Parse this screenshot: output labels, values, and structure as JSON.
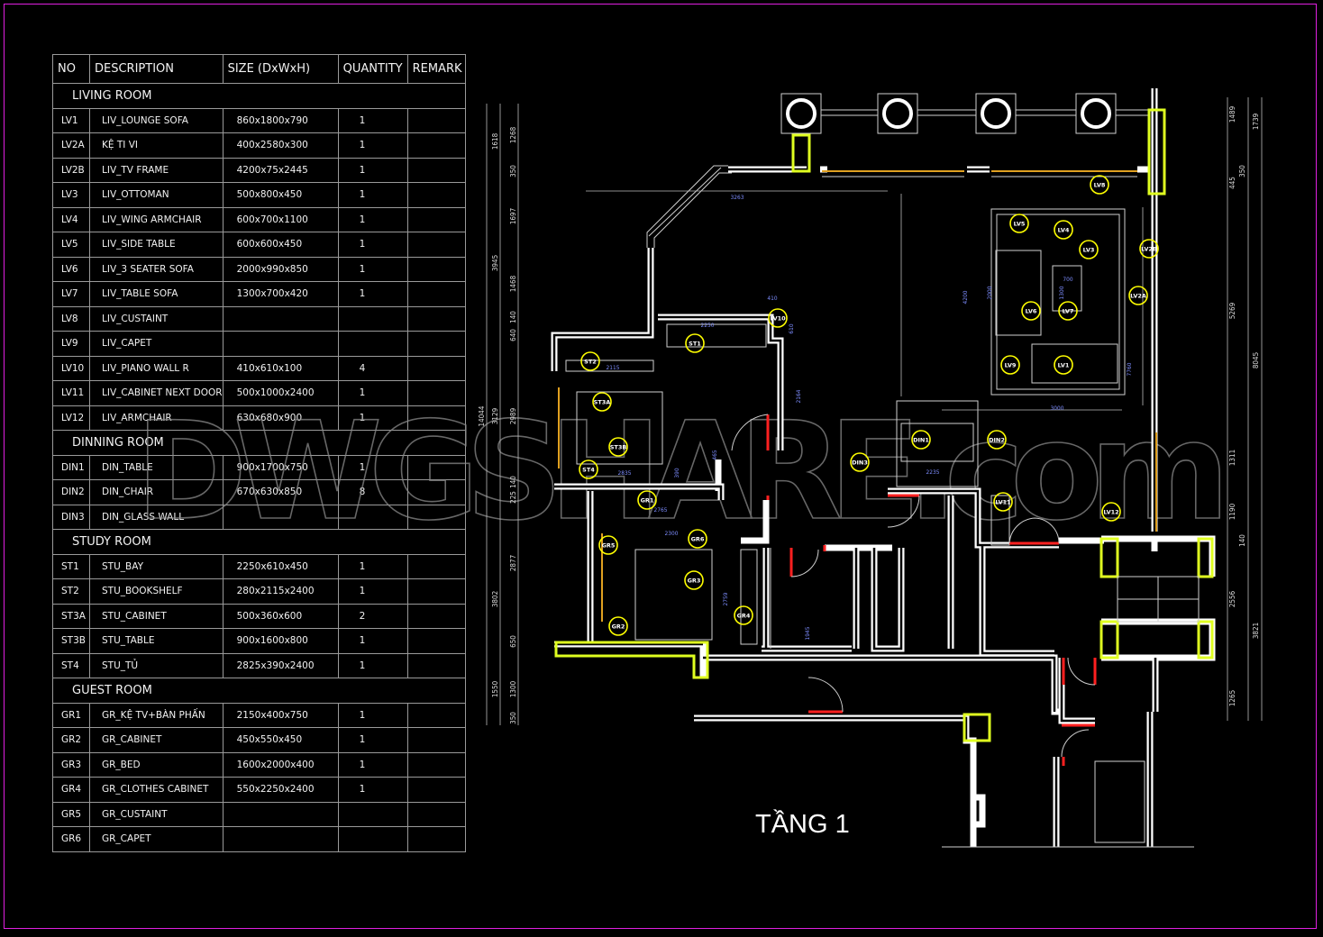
{
  "drawing_title": "TẦNG 1",
  "watermark": "DWGSHARE.com",
  "schedule": {
    "headers": [
      "NO",
      "DESCRIPTION",
      "SIZE (DxWxH)",
      "QUANTITY",
      "REMARK"
    ],
    "sections": [
      {
        "title": "LIVING ROOM",
        "rows": [
          [
            "LV1",
            "LIV_LOUNGE SOFA",
            "860x1800x790",
            "1"
          ],
          [
            "LV2A",
            "KỆ TI VI",
            "400x2580x300",
            "1"
          ],
          [
            "LV2B",
            "LIV_TV FRAME",
            "4200x75x2445",
            "1"
          ],
          [
            "LV3",
            "LIV_OTTOMAN",
            "500x800x450",
            "1"
          ],
          [
            "LV4",
            "LIV_WING ARMCHAIR",
            "600x700x1100",
            "1"
          ],
          [
            "LV5",
            "LIV_SIDE TABLE",
            "600x600x450",
            "1"
          ],
          [
            "LV6",
            "LIV_3 SEATER SOFA",
            "2000x990x850",
            "1"
          ],
          [
            "LV7",
            "LIV_TABLE SOFA",
            "1300x700x420",
            "1"
          ],
          [
            "LV8",
            "LIV_CUSTAINT",
            "",
            ""
          ],
          [
            "LV9",
            "LIV_CAPET",
            "",
            ""
          ],
          [
            "LV10",
            "LIV_PIANO WALL R",
            "410x610x100",
            "4"
          ],
          [
            "LV11",
            "LIV_CABINET NEXT DOOR",
            "500x1000x2400",
            "1"
          ],
          [
            "LV12",
            "LIV_ARMCHAIR",
            "630x680x900",
            "1"
          ]
        ]
      },
      {
        "title": "DINNING ROOM",
        "rows": [
          [
            "DIN1",
            "DIN_TABLE",
            "900x1700x750",
            "1"
          ],
          [
            "DIN2",
            "DIN_CHAIR",
            "670x630x850",
            "8"
          ],
          [
            "DIN3",
            "DIN_GLASS WALL",
            "",
            ""
          ]
        ]
      },
      {
        "title": "STUDY ROOM",
        "rows": [
          [
            "ST1",
            "STU_BAY",
            "2250x610x450",
            "1"
          ],
          [
            "ST2",
            "STU_BOOKSHELF",
            "280x2115x2400",
            "1"
          ],
          [
            "ST3A",
            "STU_CABINET",
            "500x360x600",
            "2"
          ],
          [
            "ST3B",
            "STU_TABLE",
            "900x1600x800",
            "1"
          ],
          [
            "ST4",
            "STU_TỦ",
            "2825x390x2400",
            "1"
          ]
        ]
      },
      {
        "title": "GUEST ROOM",
        "rows": [
          [
            "GR1",
            "GR_KỆ TV+BÀN PHẤN",
            "2150x400x750",
            "1"
          ],
          [
            "GR2",
            "GR_CABINET",
            "450x550x450",
            "1"
          ],
          [
            "GR3",
            "GR_BED",
            "1600x2000x400",
            "1"
          ],
          [
            "GR4",
            "GR_CLOTHES CABINET",
            "550x2250x2400",
            "1"
          ],
          [
            "GR5",
            "GR_CUSTAINT",
            "",
            ""
          ],
          [
            "GR6",
            "GR_CAPET",
            "",
            ""
          ]
        ]
      }
    ]
  },
  "tags": [
    "LV8",
    "LV5",
    "LV4",
    "LV3",
    "LV2B",
    "LV2A",
    "LV6",
    "LV7",
    "LV9",
    "LV1",
    "LV10",
    "ST1",
    "ST2",
    "ST3A",
    "ST3B",
    "ST4",
    "DIN1",
    "DIN2",
    "DIN3",
    "LV11",
    "LV12",
    "GR1",
    "GR5",
    "GR6",
    "GR3",
    "GR4",
    "GR2"
  ],
  "left_dims": [
    "1618",
    "1268",
    "350",
    "1697",
    "3945",
    "1468",
    "140",
    "640",
    "14044",
    "3129",
    "2989",
    "140",
    "225",
    "3802",
    "2877",
    "650",
    "1550",
    "1300",
    "350"
  ],
  "right_dims": [
    "1489",
    "1739",
    "445",
    "350",
    "5269",
    "8045",
    "1311",
    "1190",
    "140",
    "2556",
    "3821",
    "1265"
  ],
  "plan_dims": [
    "3263",
    "4200",
    "2000",
    "700",
    "1300",
    "3000",
    "7760",
    "410",
    "610",
    "2250",
    "2115",
    "2164",
    "2835",
    "2235",
    "2300",
    "2765",
    "465",
    "390",
    "2759",
    "1945"
  ],
  "colors": {
    "wall": "#ffffff",
    "tag": "#ffff00",
    "highlight": "#e0ff20",
    "glazing": "#e0a020",
    "door": "#ff2020",
    "frame": "#e020e0",
    "dim_blue": "#7d8dff"
  }
}
